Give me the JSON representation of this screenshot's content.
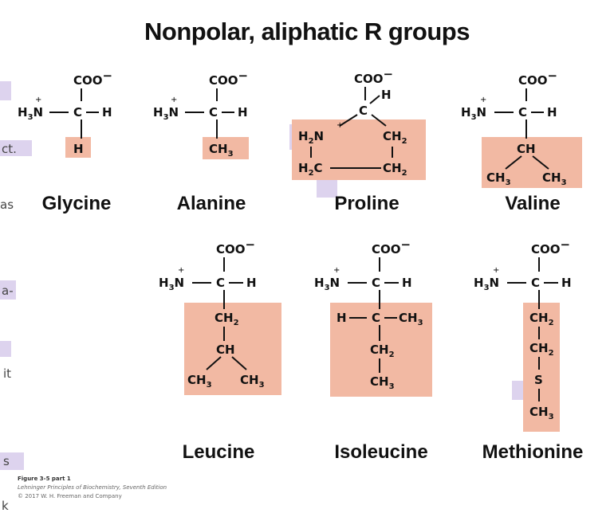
{
  "title": "Nonpolar, aliphatic R groups",
  "colors": {
    "r_group_box": "#f2b9a3",
    "highlight": "#ddd3ee",
    "text": "#111111"
  },
  "names": {
    "glycine": "Glycine",
    "alanine": "Alanine",
    "proline": "Proline",
    "valine": "Valine",
    "leucine": "Leucine",
    "isoleucine": "Isoleucine",
    "methionine": "Methionine"
  },
  "caption": {
    "line1": "Figure 3-5 part 1",
    "line2": "Lehninger Principles of Biochemistry, Seventh Edition",
    "line3": "© 2017 W. H. Freeman and Company"
  },
  "left_edge_fragments": [
    "ct.",
    "as",
    "a-",
    "it",
    "s",
    "k"
  ]
}
